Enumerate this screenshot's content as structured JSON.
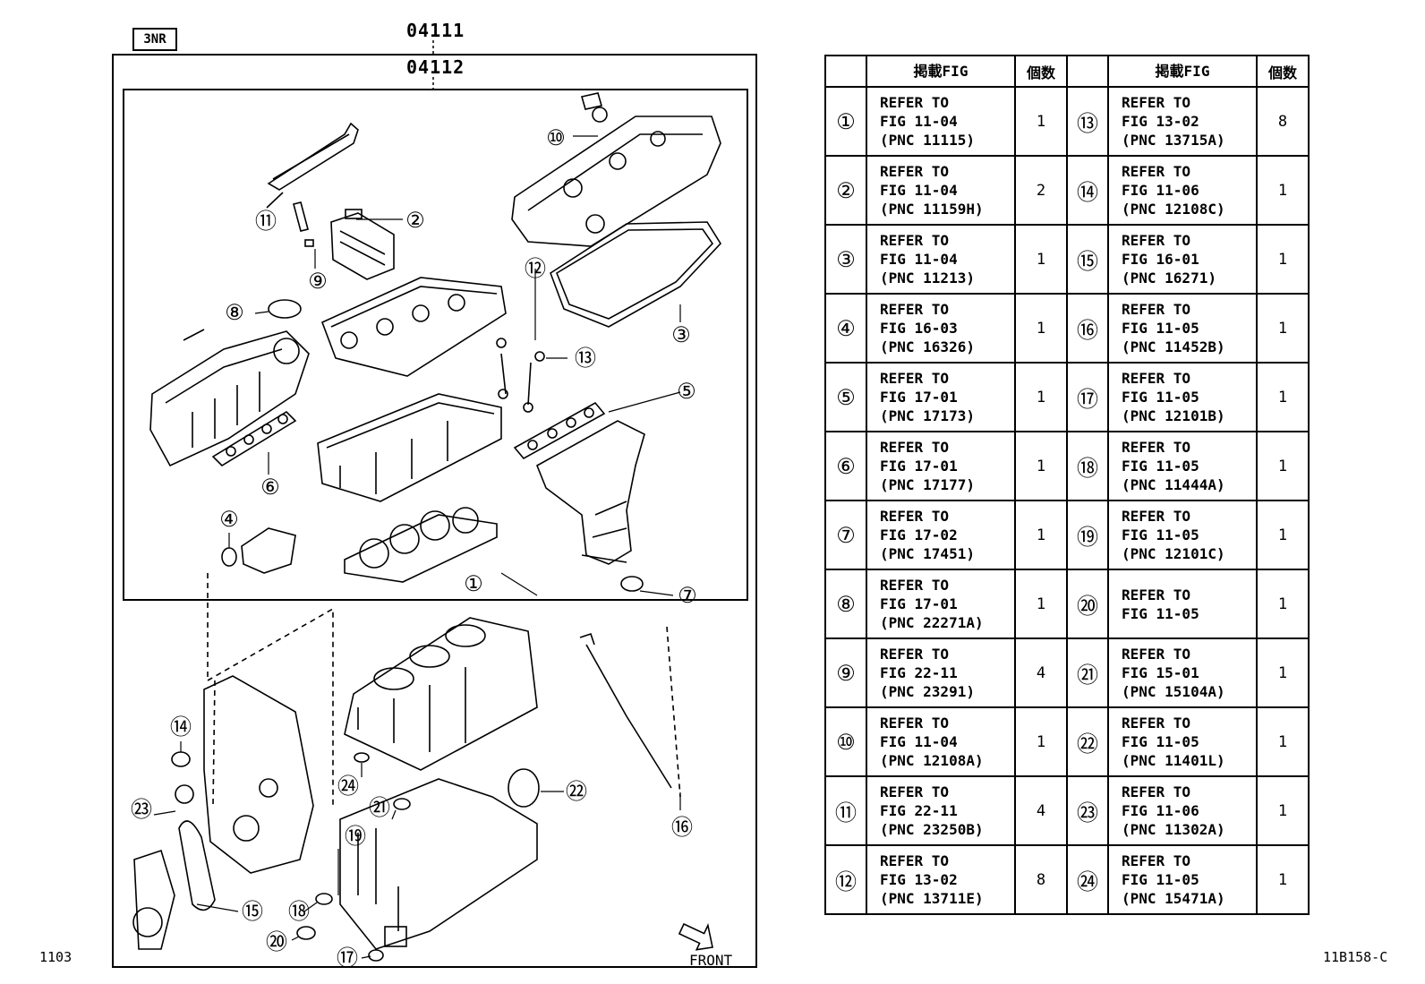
{
  "engine_code": "3NR",
  "part_no_outer": "04111",
  "part_no_inner": "04112",
  "front_label": "FRONT",
  "footer_left": "1103",
  "footer_right": "11B158-C",
  "table": {
    "headers": [
      "",
      "掲載FIG",
      "個数",
      "",
      "掲載FIG",
      "個数"
    ],
    "rows": [
      {
        "l_no": "①",
        "l_lines": [
          "REFER TO",
          "FIG 11-04",
          "(PNC 11115)"
        ],
        "l_qty": "1",
        "r_no": "⑬",
        "r_lines": [
          "REFER TO",
          "FIG 13-02",
          "(PNC 13715A)"
        ],
        "r_qty": "8"
      },
      {
        "l_no": "②",
        "l_lines": [
          "REFER TO",
          "FIG 11-04",
          "(PNC 11159H)"
        ],
        "l_qty": "2",
        "r_no": "⑭",
        "r_lines": [
          "REFER TO",
          "FIG 11-06",
          "(PNC 12108C)"
        ],
        "r_qty": "1"
      },
      {
        "l_no": "③",
        "l_lines": [
          "REFER TO",
          "FIG 11-04",
          "(PNC 11213)"
        ],
        "l_qty": "1",
        "r_no": "⑮",
        "r_lines": [
          "REFER TO",
          "FIG 16-01",
          "(PNC 16271)"
        ],
        "r_qty": "1"
      },
      {
        "l_no": "④",
        "l_lines": [
          "REFER TO",
          "FIG 16-03",
          "(PNC 16326)"
        ],
        "l_qty": "1",
        "r_no": "⑯",
        "r_lines": [
          "REFER TO",
          "FIG 11-05",
          "(PNC 11452B)"
        ],
        "r_qty": "1"
      },
      {
        "l_no": "⑤",
        "l_lines": [
          "REFER TO",
          "FIG 17-01",
          "(PNC 17173)"
        ],
        "l_qty": "1",
        "r_no": "⑰",
        "r_lines": [
          "REFER TO",
          "FIG 11-05",
          "(PNC 12101B)"
        ],
        "r_qty": "1"
      },
      {
        "l_no": "⑥",
        "l_lines": [
          "REFER TO",
          "FIG 17-01",
          "(PNC 17177)"
        ],
        "l_qty": "1",
        "r_no": "⑱",
        "r_lines": [
          "REFER TO",
          "FIG 11-05",
          "(PNC 11444A)"
        ],
        "r_qty": "1"
      },
      {
        "l_no": "⑦",
        "l_lines": [
          "REFER TO",
          "FIG 17-02",
          "(PNC 17451)"
        ],
        "l_qty": "1",
        "r_no": "⑲",
        "r_lines": [
          "REFER TO",
          "FIG 11-05",
          "(PNC 12101C)"
        ],
        "r_qty": "1"
      },
      {
        "l_no": "⑧",
        "l_lines": [
          "REFER TO",
          "FIG 17-01",
          "(PNC 22271A)"
        ],
        "l_qty": "1",
        "r_no": "⑳",
        "r_lines": [
          "REFER TO",
          "FIG 11-05",
          ""
        ],
        "r_qty": "1"
      },
      {
        "l_no": "⑨",
        "l_lines": [
          "REFER TO",
          "FIG 22-11",
          "(PNC 23291)"
        ],
        "l_qty": "4",
        "r_no": "㉑",
        "r_lines": [
          "REFER TO",
          "FIG 15-01",
          "(PNC 15104A)"
        ],
        "r_qty": "1"
      },
      {
        "l_no": "⑩",
        "l_lines": [
          "REFER TO",
          "FIG 11-04",
          "(PNC 12108A)"
        ],
        "l_qty": "1",
        "r_no": "㉒",
        "r_lines": [
          "REFER TO",
          "FIG 11-05",
          "(PNC 11401L)"
        ],
        "r_qty": "1"
      },
      {
        "l_no": "⑪",
        "l_lines": [
          "REFER TO",
          "FIG 22-11",
          "(PNC 23250B)"
        ],
        "l_qty": "4",
        "r_no": "㉓",
        "r_lines": [
          "REFER TO",
          "FIG 11-06",
          "(PNC 11302A)"
        ],
        "r_qty": "1"
      },
      {
        "l_no": "⑫",
        "l_lines": [
          "REFER TO",
          "FIG 13-02",
          "(PNC 13711E)"
        ],
        "l_qty": "8",
        "r_no": "㉔",
        "r_lines": [
          "REFER TO",
          "FIG 11-05",
          "(PNC 15471A)"
        ],
        "r_qty": "1"
      }
    ]
  },
  "callouts": [
    {
      "label": "①"
    },
    {
      "label": "②"
    },
    {
      "label": "③"
    },
    {
      "label": "④"
    },
    {
      "label": "⑤"
    },
    {
      "label": "⑥"
    },
    {
      "label": "⑦"
    },
    {
      "label": "⑧"
    },
    {
      "label": "⑨"
    },
    {
      "label": "⑩"
    },
    {
      "label": "⑪"
    },
    {
      "label": "⑫"
    },
    {
      "label": "⑬"
    },
    {
      "label": "⑭"
    },
    {
      "label": "⑮"
    },
    {
      "label": "⑯"
    },
    {
      "label": "⑰"
    },
    {
      "label": "⑱"
    },
    {
      "label": "⑲"
    },
    {
      "label": "⑳"
    },
    {
      "label": "㉑"
    },
    {
      "label": "㉒"
    },
    {
      "label": "㉓"
    },
    {
      "label": "㉔"
    }
  ]
}
